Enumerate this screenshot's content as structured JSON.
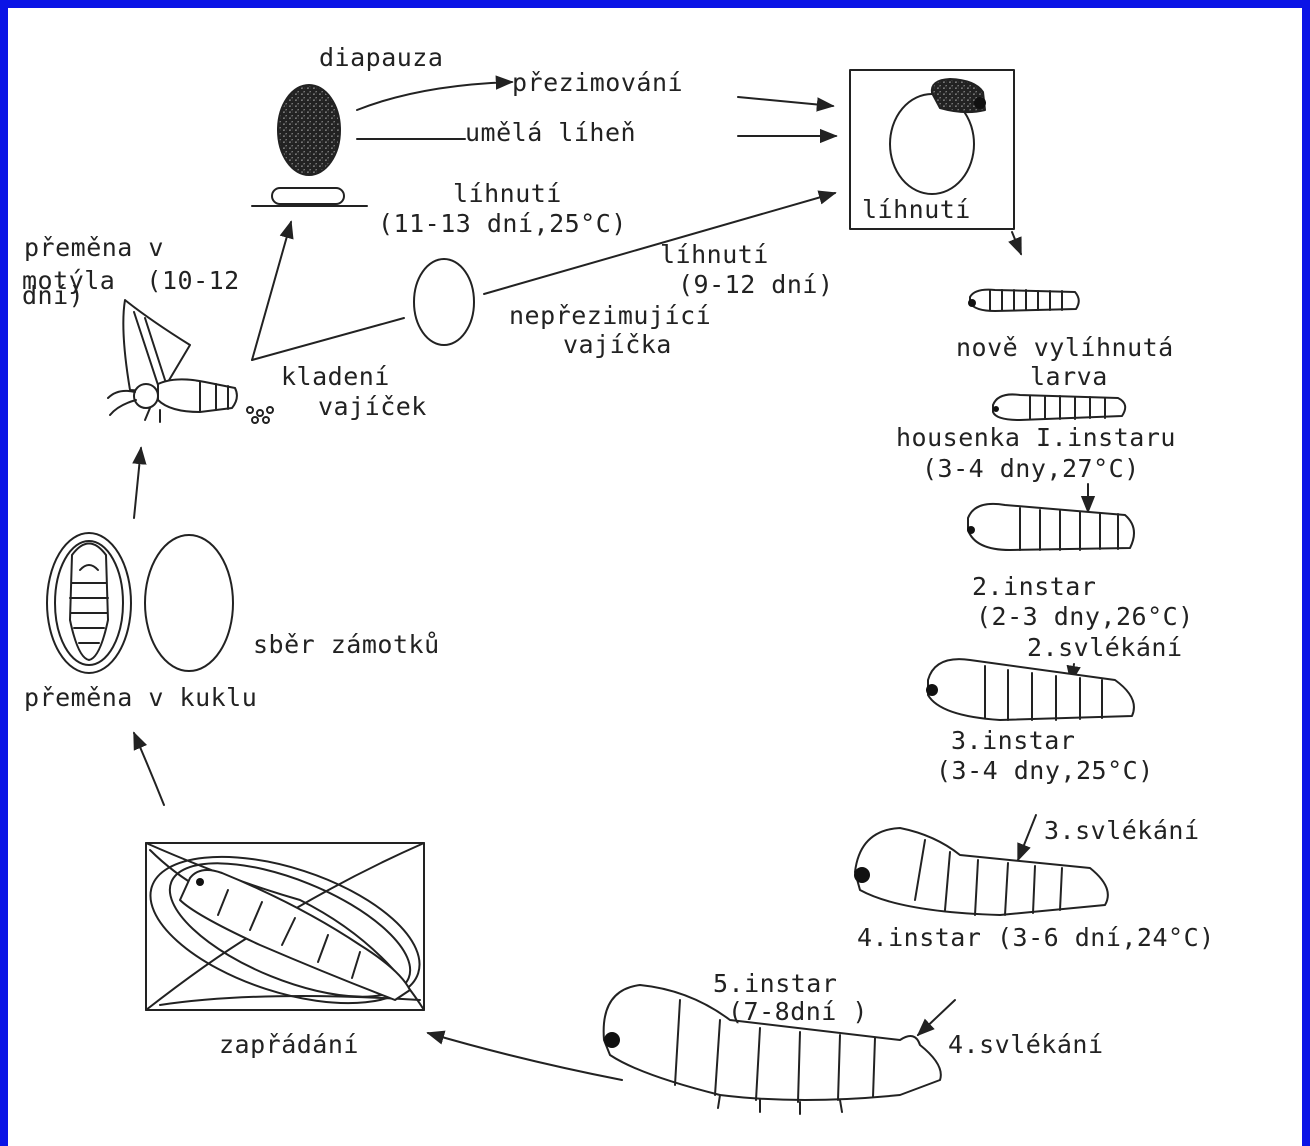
{
  "colors": {
    "background": "#0a14e6",
    "paper": "#ffffff",
    "ink": "#222222"
  },
  "labels": {
    "diapauza": "diapauza",
    "prezimovani": "přezimování",
    "umela_lihen": "umělá líheň",
    "lihnuti_box": "líhnutí",
    "lihnuti_top": "líhnutí",
    "lihnuti_top_days": "(11-13 dní,25°C)",
    "lihnuti_mid": "líhnutí",
    "lihnuti_mid_days": "(9-12 dní)",
    "nepresimujici": "nepřezimující",
    "vajicka": "vajíčka",
    "kladeni": "kladení",
    "vajicek": "vajíček",
    "premena_motyl_1": "přeměna v",
    "premena_motyl_2": "motýla  (10-12",
    "premena_motyl_3": "dní)",
    "nove": "nově vylíhnutá",
    "larva": "larva",
    "housenka": "housenka I.instaru",
    "housenka_days": "(3-4 dny,27°C)",
    "instar2": "2.instar",
    "instar2_days": "(2-3 dny,26°C)",
    "svlekani2": "2.svlékání",
    "instar3": "3.instar",
    "instar3_days": "(3-4 dny,25°C)",
    "svlekani3": "3.svlékání",
    "instar4": "4.instar (3-6 dní,24°C)",
    "instar5": "5.instar",
    "instar5_days": "(7-8dní )",
    "svlekani4": "4.svlékání",
    "zapradani": "zapřádání",
    "sber": "sběr zámotků",
    "premena_kukla": "přeměna v kuklu"
  }
}
